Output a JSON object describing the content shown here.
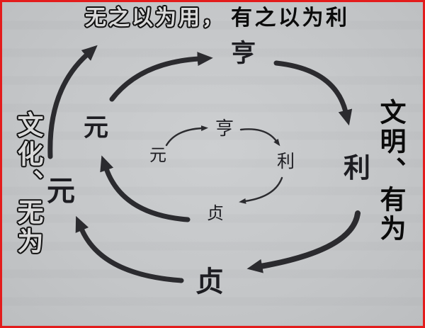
{
  "title": {
    "outlined": "无之以为用，",
    "solid": "有之以为利"
  },
  "side_labels": {
    "left": "文化、无为",
    "right": "文明、有为"
  },
  "diagram": {
    "nodes": [
      {
        "id": "yuan-outer",
        "label": "元",
        "ring": "outer"
      },
      {
        "id": "yuan-middle",
        "label": "元",
        "ring": "middle"
      },
      {
        "id": "heng-top",
        "label": "亨",
        "ring": "middle"
      },
      {
        "id": "li-right",
        "label": "利",
        "ring": "middle"
      },
      {
        "id": "zhen-bottom",
        "label": "贞",
        "ring": "outer"
      },
      {
        "id": "yuan-inner",
        "label": "元",
        "ring": "inner"
      },
      {
        "id": "heng-inner",
        "label": "亨",
        "ring": "inner"
      },
      {
        "id": "li-inner",
        "label": "利",
        "ring": "inner"
      },
      {
        "id": "zhen-inner",
        "label": "贞",
        "ring": "inner"
      }
    ],
    "edges": [
      {
        "from": "yuan-outer",
        "to": "title",
        "weight": "thick"
      },
      {
        "from": "yuan-middle",
        "to": "heng-top",
        "weight": "thick"
      },
      {
        "from": "heng-top",
        "to": "li-right",
        "weight": "thick"
      },
      {
        "from": "li-right",
        "to": "zhen-bottom",
        "weight": "thick"
      },
      {
        "from": "zhen-bottom",
        "to": "yuan-outer",
        "weight": "thick"
      },
      {
        "from": "zhen-inner",
        "to": "yuan-middle",
        "weight": "thick"
      },
      {
        "from": "yuan-inner",
        "to": "heng-inner",
        "weight": "thin"
      },
      {
        "from": "heng-inner",
        "to": "li-inner",
        "weight": "thin"
      },
      {
        "from": "li-inner",
        "to": "zhen-inner",
        "weight": "thin"
      }
    ],
    "colors": {
      "arrow": "#2b2b2f",
      "frame": "#e31c1c",
      "paper": "#c4c6c8"
    }
  }
}
